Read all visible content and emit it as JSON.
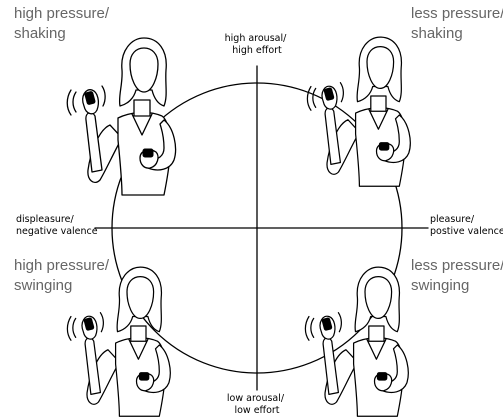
{
  "quadrants": {
    "top_left": {
      "line1": "high pressure/",
      "line2": "shaking"
    },
    "top_right": {
      "line1": "less pressure/",
      "line2": "shaking"
    },
    "bottom_left": {
      "line1": "high pressure/",
      "line2": "swinging"
    },
    "bottom_right": {
      "line1": "less pressure/",
      "line2": "swinging"
    }
  },
  "axes": {
    "top": {
      "line1": "high arousal/",
      "line2": "high effort"
    },
    "bottom": {
      "line1": "low arousal/",
      "line2": "low effort"
    },
    "left": {
      "line1": "displeasure/",
      "line2": "negative valence"
    },
    "right": {
      "line1": "pleasure/",
      "line2": "postive valence"
    }
  },
  "colors": {
    "stroke": "#000000",
    "corner_text": "#666666",
    "background": "#ffffff"
  }
}
